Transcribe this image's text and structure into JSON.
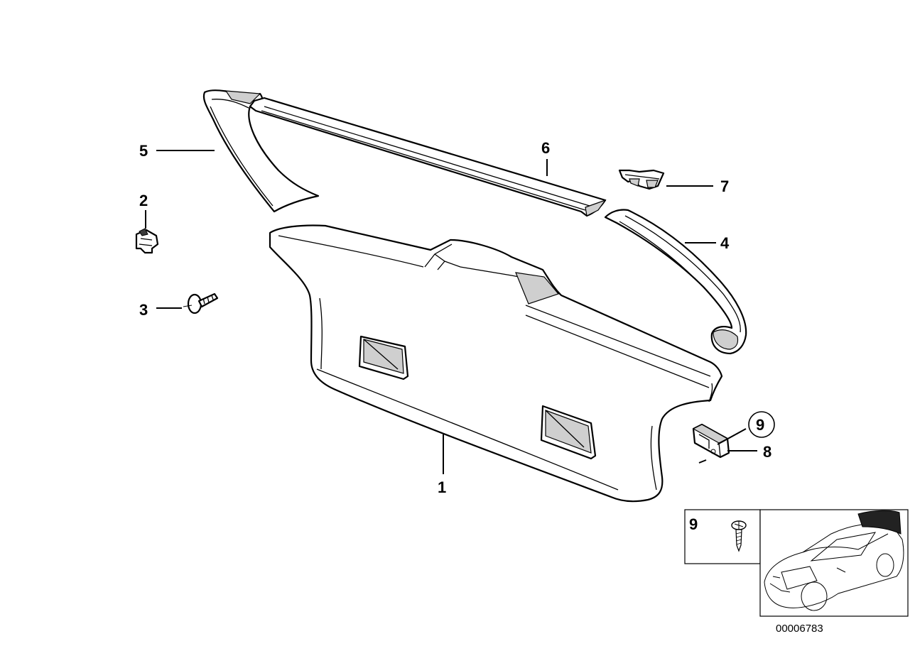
{
  "callouts": [
    {
      "id": "c1",
      "label": "1"
    },
    {
      "id": "c2",
      "label": "2"
    },
    {
      "id": "c3",
      "label": "3"
    },
    {
      "id": "c4",
      "label": "4"
    },
    {
      "id": "c5",
      "label": "5"
    },
    {
      "id": "c6",
      "label": "6"
    },
    {
      "id": "c7",
      "label": "7"
    },
    {
      "id": "c8",
      "label": "8"
    },
    {
      "id": "c9",
      "label": "9"
    }
  ],
  "inset_box_label": "9",
  "reference_number": "00006783",
  "colors": {
    "line": "#000000",
    "background": "#ffffff",
    "shade": "#cfcfcf"
  }
}
